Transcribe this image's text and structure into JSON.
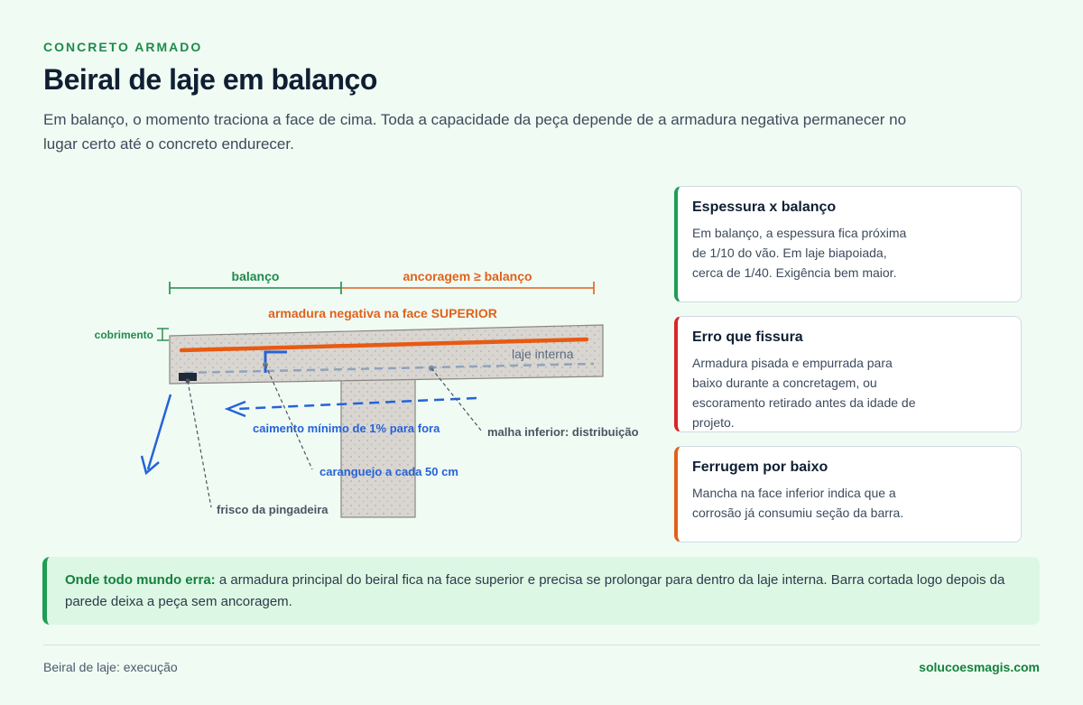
{
  "header": {
    "eyebrow": "CONCRETO ARMADO",
    "title": "Beiral de laje em balanço",
    "lead": "Em balanço, o momento traciona a face de cima. Toda a capacidade da peça depende de a armadura negativa permanecer no lugar certo até o concreto endurecer."
  },
  "diagram": {
    "labels": {
      "balanco": "balanço",
      "ancoragem": "ancoragem ≥ balanço",
      "armadura": "armadura negativa na face SUPERIOR",
      "cobrimento": "cobrimento",
      "laje_interna": "laje interna",
      "caimento": "caimento mínimo de 1% para fora",
      "malha": "malha inferior: distribuição",
      "caranguejo": "caranguejo a cada 50 cm",
      "frisco": "frisco da pingadeira"
    },
    "colors": {
      "green": "#1f8a4c",
      "orange": "#e0621c",
      "blue": "#2563d9",
      "concrete": "#d9d6d2",
      "mesh": "#8fa4bd"
    }
  },
  "cards": [
    {
      "title": "Espessura x balanço",
      "text": "Em balanço, a espessura fica próxima de 1/10 do vão. Em laje biapoiada, cerca de 1/40. Exigência bem maior.",
      "accent": "#1f9d55"
    },
    {
      "title": "Erro que fissura",
      "text": "Armadura pisada e empurrada para baixo durante a concretagem, ou escoramento retirado antes da idade de projeto.",
      "accent": "#d62828"
    },
    {
      "title": "Ferrugem por baixo",
      "text": "Mancha na face inferior indica que a corrosão já consumiu seção da barra.",
      "accent": "#e0621c"
    }
  ],
  "callout": {
    "lead": "Onde todo mundo erra:",
    "text": " a armadura principal do beiral fica na face superior e precisa se prolongar para dentro da laje interna. Barra cortada logo depois da parede deixa a peça sem ancoragem."
  },
  "footer": {
    "left": "Beiral de laje: execução",
    "right": "solucoesmagis.com"
  }
}
